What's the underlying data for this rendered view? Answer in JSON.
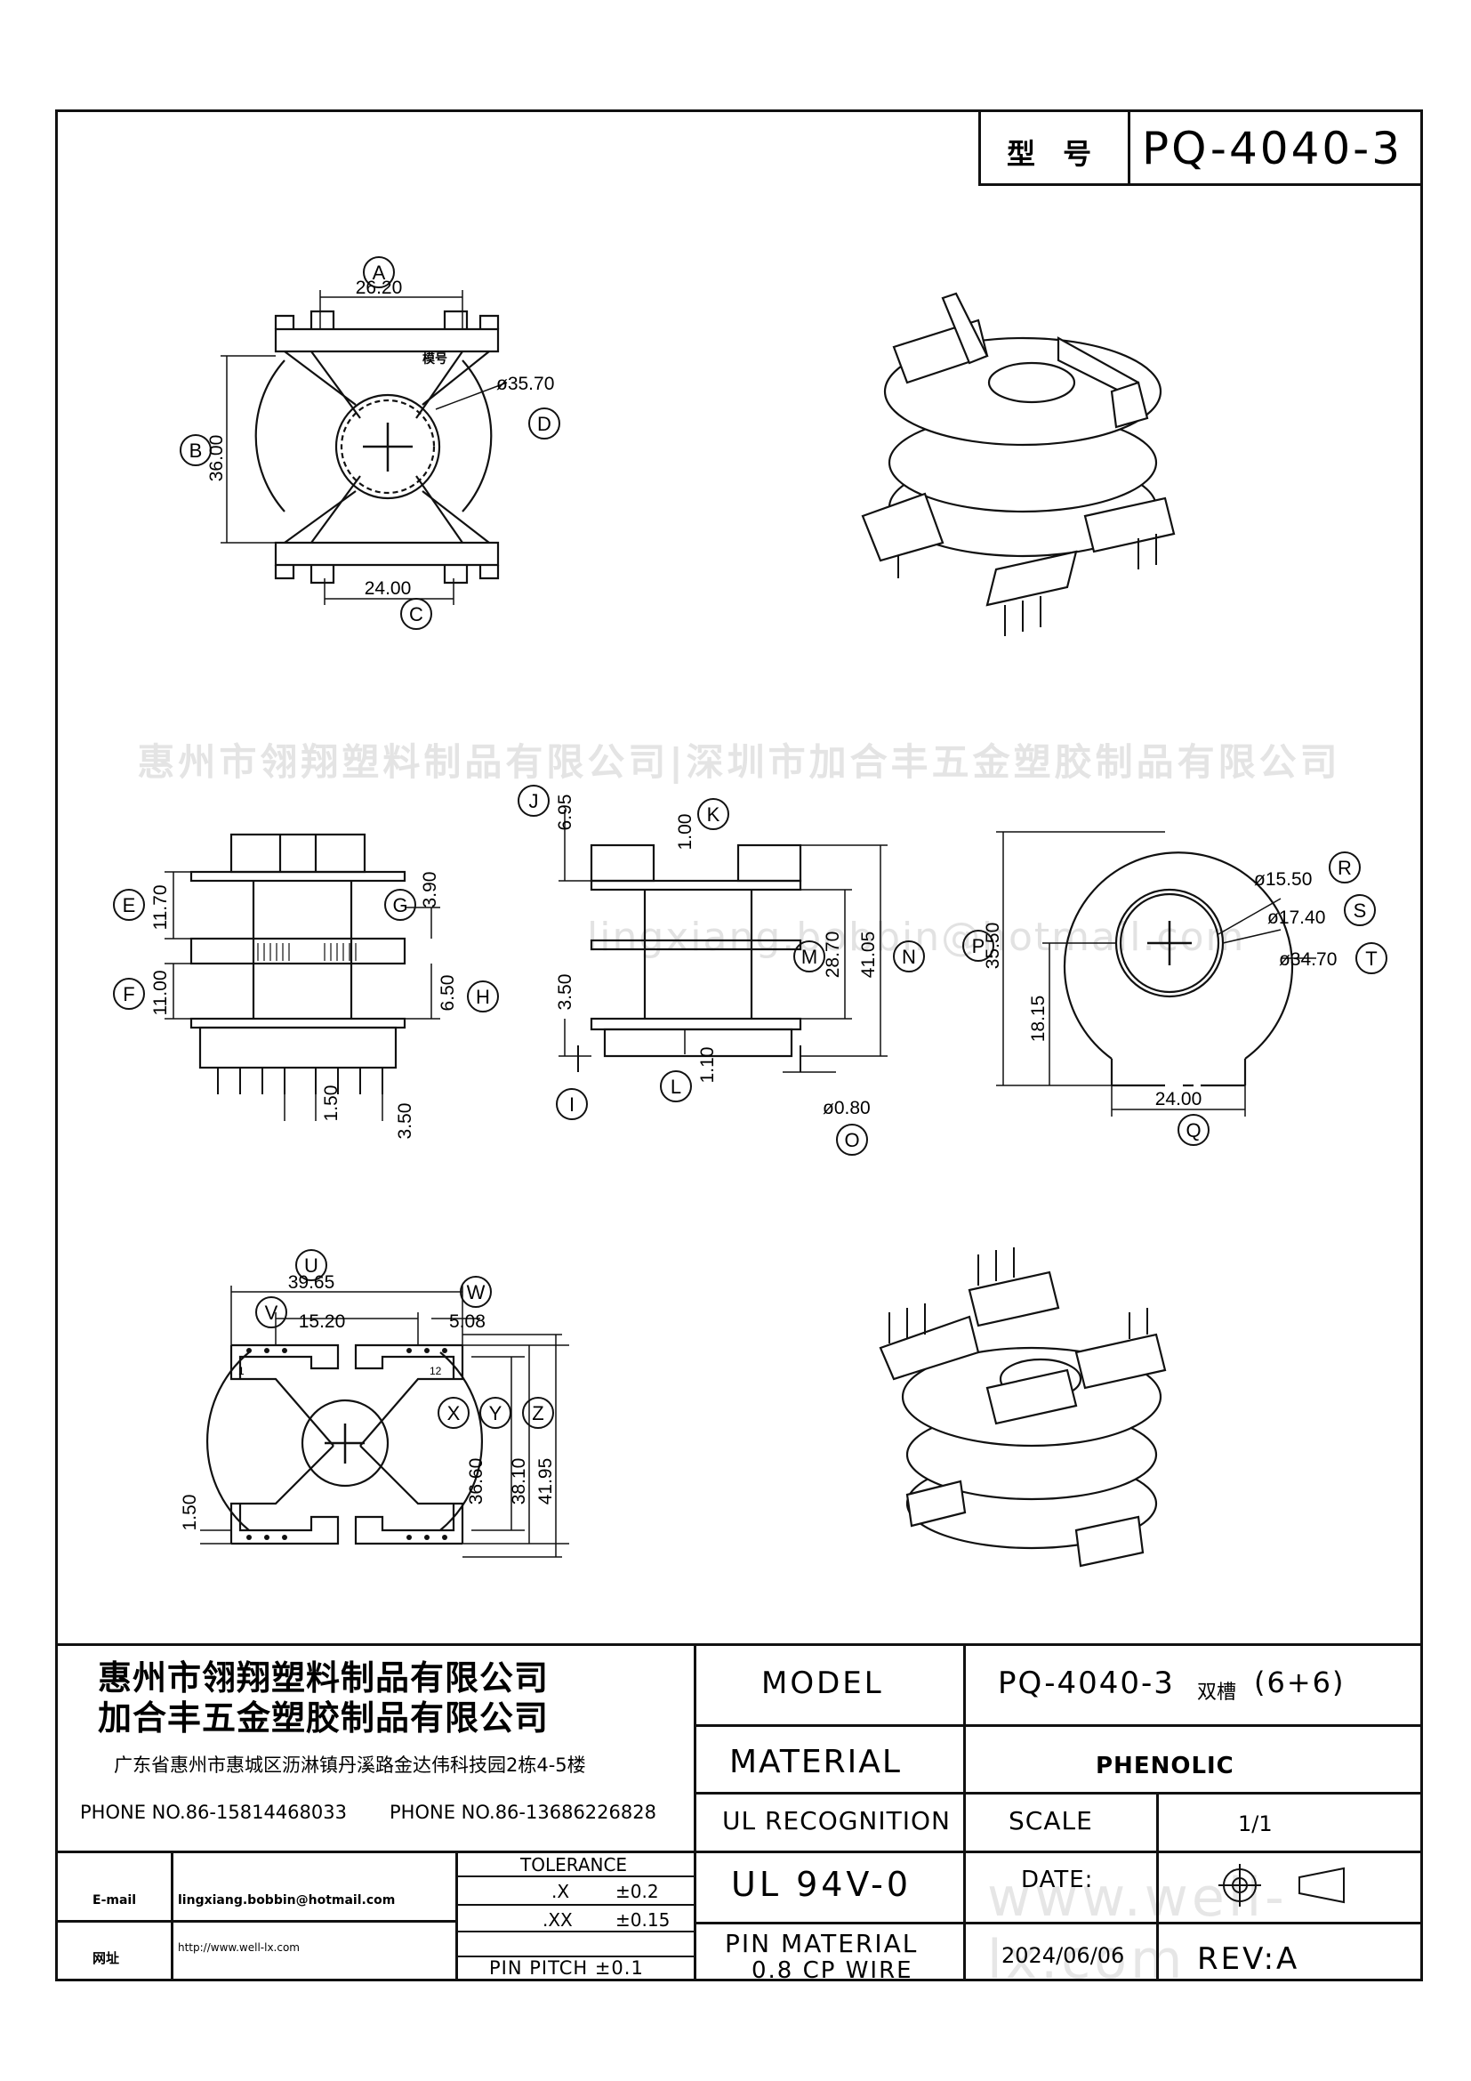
{
  "header": {
    "model_label": "型 号",
    "model_value": "PQ-4040-3"
  },
  "watermarks": {
    "company_line": "惠州市翎翔塑料制品有限公司|深圳市加合丰五金塑胶制品有限公司",
    "email": "lingxiang.bobbin@hotmail.com",
    "website": "www.well-lx.com"
  },
  "top_view": {
    "callouts": {
      "A": "A",
      "B": "B",
      "C": "C",
      "D": "D"
    },
    "dims": {
      "A": "26.20",
      "B": "36.00",
      "C": "24.00",
      "D": "ø35.70"
    },
    "mold_mark": "模号"
  },
  "side_view_left": {
    "callouts": {
      "E": "E",
      "F": "F",
      "G": "G",
      "H": "H"
    },
    "dims": {
      "E": "11.70",
      "F": "11.00",
      "G": "3.90",
      "H": "6.50",
      "pin_pitch": "1.50",
      "pin_length": "3.50"
    }
  },
  "side_view_mid": {
    "callouts": {
      "J": "J",
      "K": "K",
      "M": "M",
      "N": "N",
      "I": "I",
      "L": "L",
      "O": "O"
    },
    "dims": {
      "J": "6.95",
      "K": "1.00",
      "M": "28.70",
      "N": "41.05",
      "I": "3.50",
      "L": "1.10",
      "O": "ø0.80"
    }
  },
  "end_view": {
    "callouts": {
      "P": "P",
      "Q": "Q",
      "R": "R",
      "S": "S",
      "T": "T"
    },
    "dims": {
      "P": "35.50",
      "inner": "18.15",
      "Q": "24.00",
      "R": "ø15.50",
      "S": "ø17.40",
      "T": "ø34.70"
    }
  },
  "bottom_view": {
    "callouts": {
      "U": "U",
      "V": "V",
      "W": "W",
      "X": "X",
      "Y": "Y",
      "Z": "Z"
    },
    "dims": {
      "U": "39.65",
      "V": "15.20",
      "W": "5.08",
      "X": "36.60",
      "Y": "38.10",
      "Z": "41.95",
      "offset": "1.50"
    },
    "pin_marks": {
      "one": "1",
      "twelve": "12"
    }
  },
  "title_block": {
    "company_1": "惠州市翎翔塑料制品有限公司",
    "company_2": "加合丰五金塑胶制品有限公司",
    "address": "广东省惠州市惠城区沥淋镇丹溪路金达伟科技园2栋4-5楼",
    "phone_1": "PHONE NO.86-15814468033",
    "phone_2": "PHONE NO.86-13686226828",
    "email_label": "E-mail",
    "email_value": "lingxiang.bobbin@hotmail.com",
    "web_label": "网址",
    "web_value": "http://www.well-lx.com",
    "tolerance_label": "TOLERANCE",
    "tol_x_label": ".X",
    "tol_x_value": "±0.2",
    "tol_xx_label": ".XX",
    "tol_xx_value": "±0.15",
    "pin_pitch": "PIN PITCH ±0.1",
    "model_label": "MODEL",
    "model_value_main": "PQ-4040-3",
    "model_value_suffix": "双槽",
    "model_value_pins": "(6+6)",
    "material_label": "MATERIAL",
    "material_value": "PHENOLIC",
    "ul_label": "UL RECOGNITION",
    "ul_value": "UL 94V-0",
    "scale_label": "SCALE",
    "scale_value": "1/1",
    "date_label": "DATE:",
    "date_value": "2024/06/06",
    "pin_material_label": "PIN  MATERIAL",
    "pin_material_value": "0.8  CP WIRE",
    "rev": "REV:A"
  }
}
